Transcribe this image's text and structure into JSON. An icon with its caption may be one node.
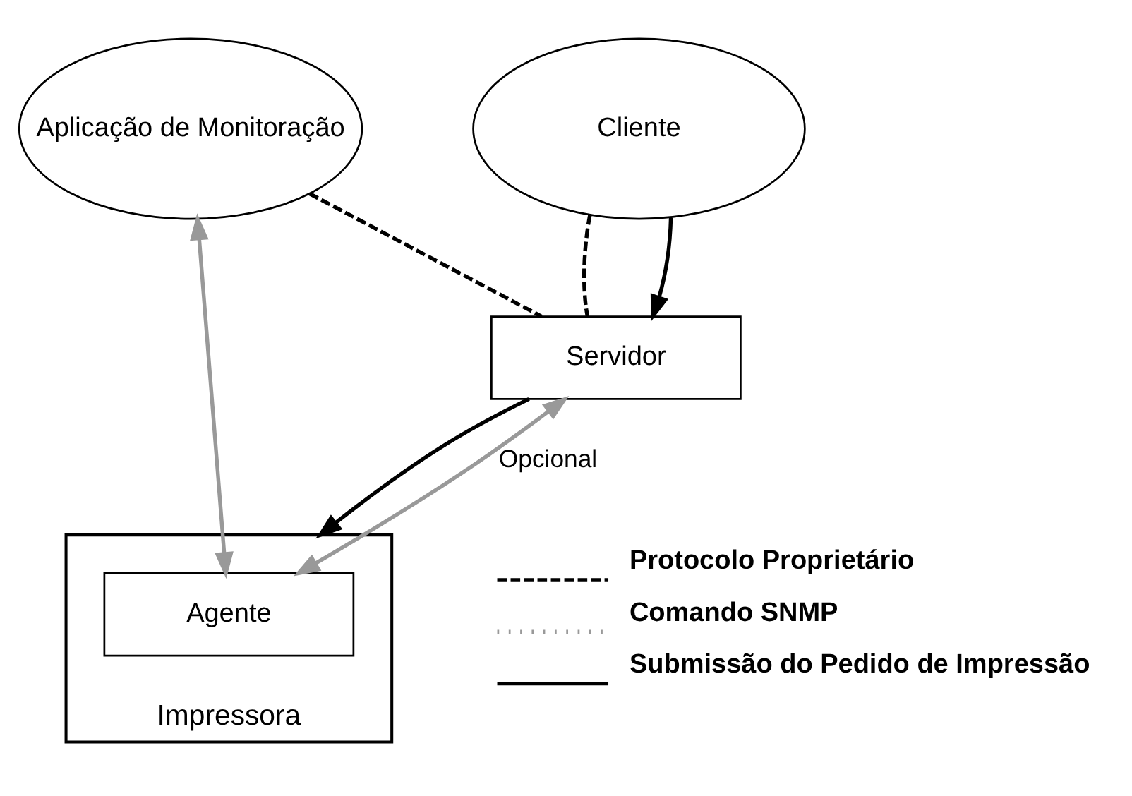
{
  "diagram": {
    "nodes": [
      {
        "text": [
          "Aplicação de Monitoração"
        ]
      },
      {
        "text": [
          "Cliente"
        ]
      },
      {
        "text": [
          "Servidor"
        ]
      },
      {
        "text": [
          "Impressora"
        ]
      },
      {
        "text": [
          "Agente"
        ],
        "in": 3
      }
    ],
    "edges": [
      {
        "from": 0,
        "to": 2,
        "arrow": "none",
        "style": "dashed"
      },
      {
        "from": 1,
        "to": 2,
        "arrow": "none",
        "style": "dashed"
      },
      {
        "from": 1,
        "to": 2,
        "arrow": "to"
      },
      {
        "from": 0,
        "to": 4,
        "arrow": "both",
        "color": "#999999"
      },
      {
        "from": 2,
        "to": 4,
        "arrow": "both",
        "color": "#999999",
        "label": "Opcional"
      },
      {
        "from": 2,
        "to": 3,
        "arrow": "to"
      }
    ],
    "legend": [
      {
        "text": "Protocolo Proprietário"
      },
      {
        "text": "Comando SNMP"
      },
      {
        "text": "Submissão do Pedido de Impressão"
      }
    ]
  }
}
